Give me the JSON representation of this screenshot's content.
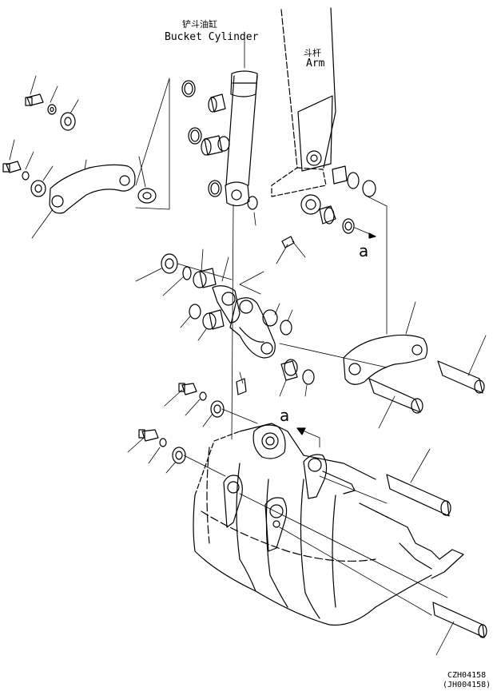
{
  "labels": {
    "bucket_cylinder_cn": "铲斗油缸",
    "bucket_cylinder_en": "Bucket Cylinder",
    "arm_cn": "斗杆",
    "arm_en": "Arm",
    "detail_a_top": "a",
    "detail_a_bottom": "a"
  },
  "drawing_codes": {
    "primary": "CZH04158",
    "secondary": "(JH004158)"
  }
}
